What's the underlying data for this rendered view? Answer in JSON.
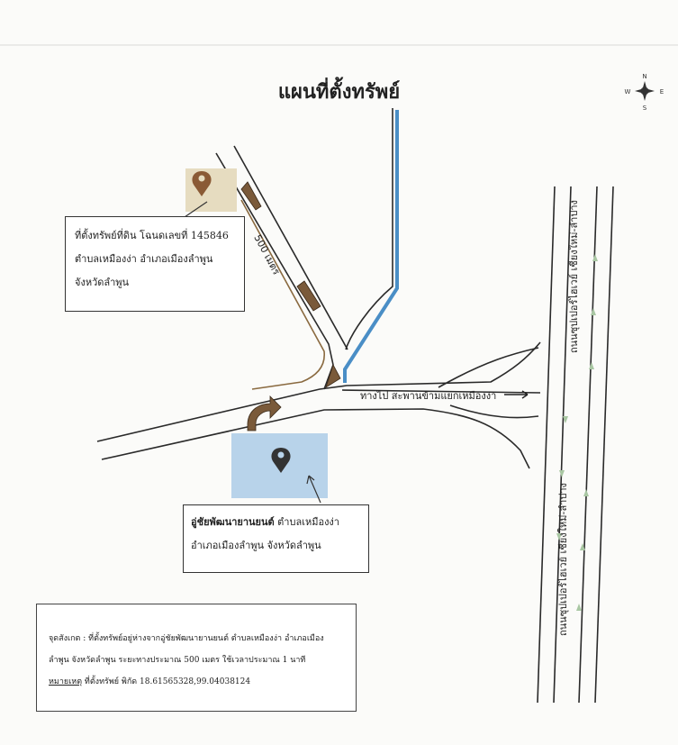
{
  "map": {
    "title": "แผนที่ตั้งทรัพย์",
    "compass": {
      "n": "N",
      "s": "S",
      "e": "E",
      "w": "W"
    },
    "road_label_upper": "ถนนซุปเปอร์ไฮเวย์ เชียงใหม่-ลำปาง",
    "road_label_lower": "ถนนซุปเปอร์ไฮเวย์ เชียงใหม่-ลำปาง",
    "distance_label": "500 เมตร",
    "direction_label": "ทางไป สะพานข้ามแยกเหมืองง่า",
    "land_box": {
      "line1": "ที่ตั้งทรัพย์ที่ดิน โฉนดเลขที่ 145846",
      "line2": "ตำบลเหมืองง่า อำเภอเมืองลำพูน",
      "line3": "จังหวัดลำพูน"
    },
    "garage_box": {
      "name": "อู่ชัยพัฒนายานยนต์",
      "line1_rest": " ตำบลเหมืองง่า",
      "line2": "อำเภอเมืองลำพูน จังหวัดลำพูน"
    },
    "notes": {
      "line1": "จุดสังเกต : ที่ตั้งทรัพย์อยู่ห่างจากอู่ชัยพัฒนายานยนต์ ตำบลเหมืองง่า อำเภอเมือง",
      "line2": "ลำพูน จังหวัดลำพูน ระยะทางประมาณ 500 เมตร ใช้เวลาประมาณ 1 นาที",
      "line3_label": "หมายเหตุ",
      "line3_rest": " ที่ตั้งทรัพย์ พิกัด 18.61565328,99.04038124"
    },
    "colors": {
      "road": "#2a2a2a",
      "canal": "#4a8ec6",
      "land_area": "#e6dcc0",
      "garage_area": "#b8d3ea",
      "arrow_brown": "#7a5a3a",
      "pin_land": "#8a5a35",
      "pin_garage": "#333333",
      "median_arrow": "#a9c7a3"
    }
  }
}
